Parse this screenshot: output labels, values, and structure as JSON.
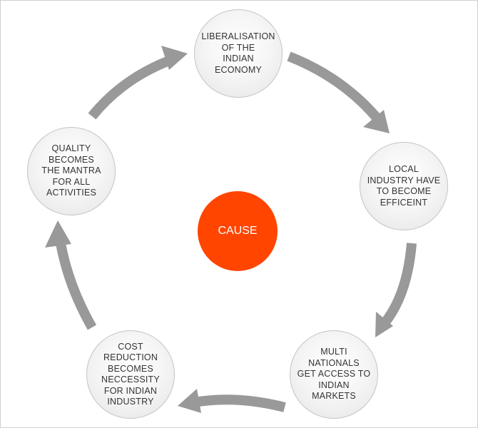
{
  "center": {
    "label": "CAUSE",
    "color": "#ff4500"
  },
  "nodes": [
    {
      "label": "LIBERALISATION\nOF THE\nINDIAN\nECONOMY"
    },
    {
      "label": "LOCAL\nINDUSTRY HAVE\nTO BECOME\nEFFICEINT"
    },
    {
      "label": "MULTI\nNATIONALS\nGET ACCESS TO\nINDIAN\nMARKETS"
    },
    {
      "label": "COST\nREDUCTION\nBECOMES\nNECCESSITY\nFOR INDIAN\nINDUSTRY"
    },
    {
      "label": "QUALITY\nBECOMES\nTHE MANTRA\nFOR ALL\nACTIVITIES"
    }
  ],
  "colors": {
    "arrow": "#999999",
    "node_border": "#c4c4c4",
    "text": "#333333"
  }
}
